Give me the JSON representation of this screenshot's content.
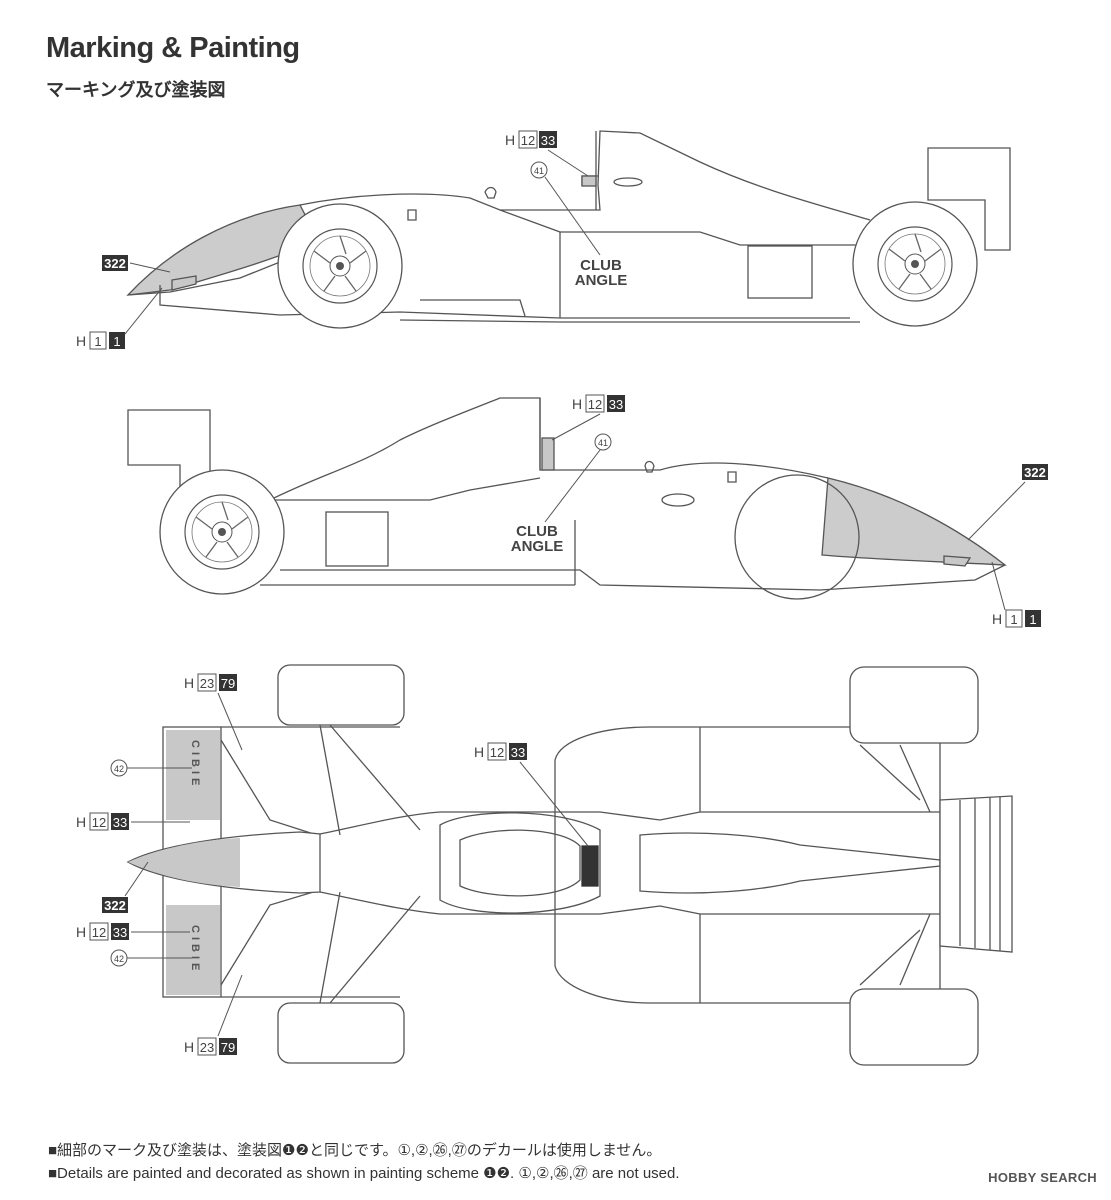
{
  "header": {
    "title": "Marking & Painting",
    "subtitle": "マーキング及び塗装図"
  },
  "callouts": {
    "h_prefix": "H",
    "num_1": "1",
    "num_12": "12",
    "num_23": "23",
    "num_33": "33",
    "num_79": "79",
    "part_322": "322",
    "decal_41": "41",
    "decal_42": "42"
  },
  "car": {
    "sponsor_line1": "CLUB",
    "sponsor_line2": "ANGLE",
    "wing_logo": "CIBIE"
  },
  "footnotes": {
    "jp": "■細部のマーク及び塗装は、塗装図❶❷と同じです。①,②,㉖,㉗のデカールは使用しません。",
    "en": "■Details are painted and decorated as shown in painting scheme ❶❷. ①,②,㉖,㉗ are not used."
  },
  "watermark": "HOBBY SEARCH",
  "colors": {
    "line": "#555555",
    "gray_fill": "#c8c8c8",
    "dark_box": "#333333",
    "light_fill": "#e6e6e6"
  }
}
